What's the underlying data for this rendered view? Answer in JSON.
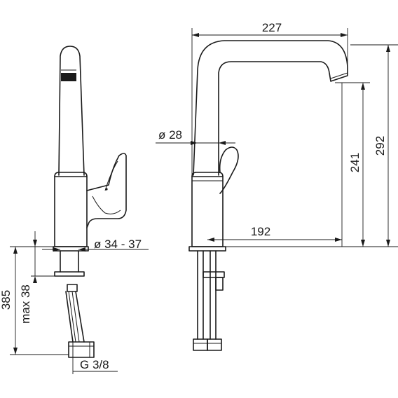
{
  "dimensions": {
    "overall_reach": "227",
    "spout_diameter": "ø 28",
    "spout_height": "241",
    "total_height": "292",
    "lever_reach": "192",
    "mount_hole": "ø 34 - 37",
    "total_length": "385",
    "max_counter": "max 38",
    "thread": "G 3/8"
  },
  "colors": {
    "line": "#1a1a1a",
    "background": "#ffffff"
  }
}
